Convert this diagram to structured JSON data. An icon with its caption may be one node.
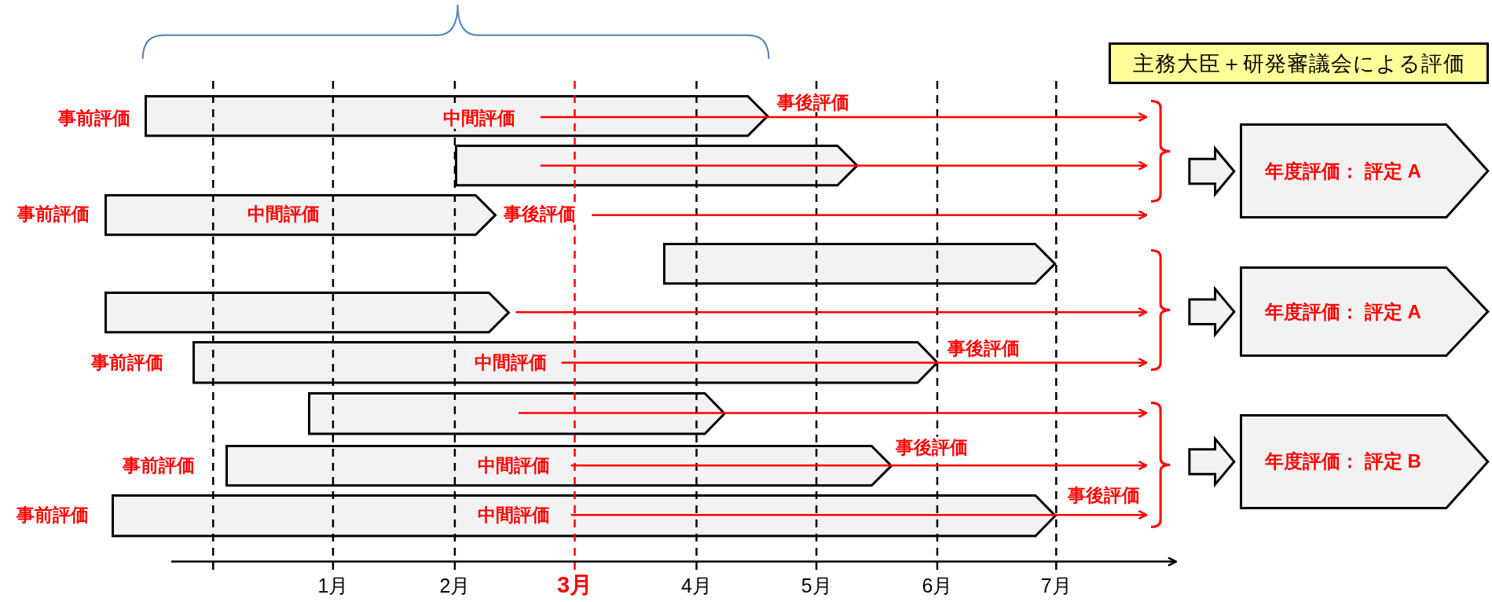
{
  "diagram": {
    "nodes": [
      {
        "text": [
          "主務大臣＋研発審議会による評価"
        ]
      },
      {
        "text": [
          "中間評価"
        ],
        "beside": [
          "事前評価",
          "事後評価"
        ]
      },
      {
        "text": [],
        "shape": "box"
      },
      {
        "text": [
          "中間評価"
        ],
        "beside": [
          "事前評価",
          "事後評価"
        ]
      },
      {
        "text": [],
        "shape": "box"
      },
      {
        "text": [],
        "shape": "box"
      },
      {
        "text": [
          "中間評価"
        ],
        "beside": [
          "事前評価",
          "事後評価"
        ]
      },
      {
        "text": [],
        "shape": "box"
      },
      {
        "text": [
          "中間評価"
        ],
        "beside": [
          "事前評価",
          "事後評価"
        ]
      },
      {
        "text": [
          "中間評価"
        ],
        "beside": [
          "事前評価",
          "事後評価"
        ]
      },
      {
        "text": [],
        "shape": "bracket"
      },
      {
        "text": [],
        "shape": "bracket"
      },
      {
        "text": [],
        "shape": "bracket"
      },
      {
        "text": [
          "年度評価： 評定 A"
        ]
      },
      {
        "text": [
          "年度評価： 評定 A"
        ]
      },
      {
        "text": [
          "年度評価： 評定 B"
        ]
      }
    ],
    "edges": [
      {
        "from": 1,
        "to": 10,
        "arrow": "to"
      },
      {
        "from": 2,
        "to": 10,
        "arrow": "to"
      },
      {
        "from": 3,
        "to": 10,
        "arrow": "to"
      },
      {
        "from": 5,
        "to": 11,
        "arrow": "to"
      },
      {
        "from": 6,
        "to": 11,
        "arrow": "to"
      },
      {
        "from": 7,
        "to": 12,
        "arrow": "to"
      },
      {
        "from": 8,
        "to": 12,
        "arrow": "to"
      },
      {
        "from": 9,
        "to": 12,
        "arrow": "to"
      },
      {
        "from": 10,
        "to": 13,
        "arrow": "to",
        "style": "thick",
        "color": "#000000"
      },
      {
        "from": 11,
        "to": 14,
        "arrow": "to",
        "style": "thick",
        "color": "#000000"
      },
      {
        "from": 12,
        "to": 15,
        "arrow": "to",
        "style": "thick",
        "color": "#000000"
      }
    ],
    "labels": [
      "1月",
      "2月",
      "3月",
      "4月",
      "5月",
      "6月",
      "7月"
    ]
  }
}
